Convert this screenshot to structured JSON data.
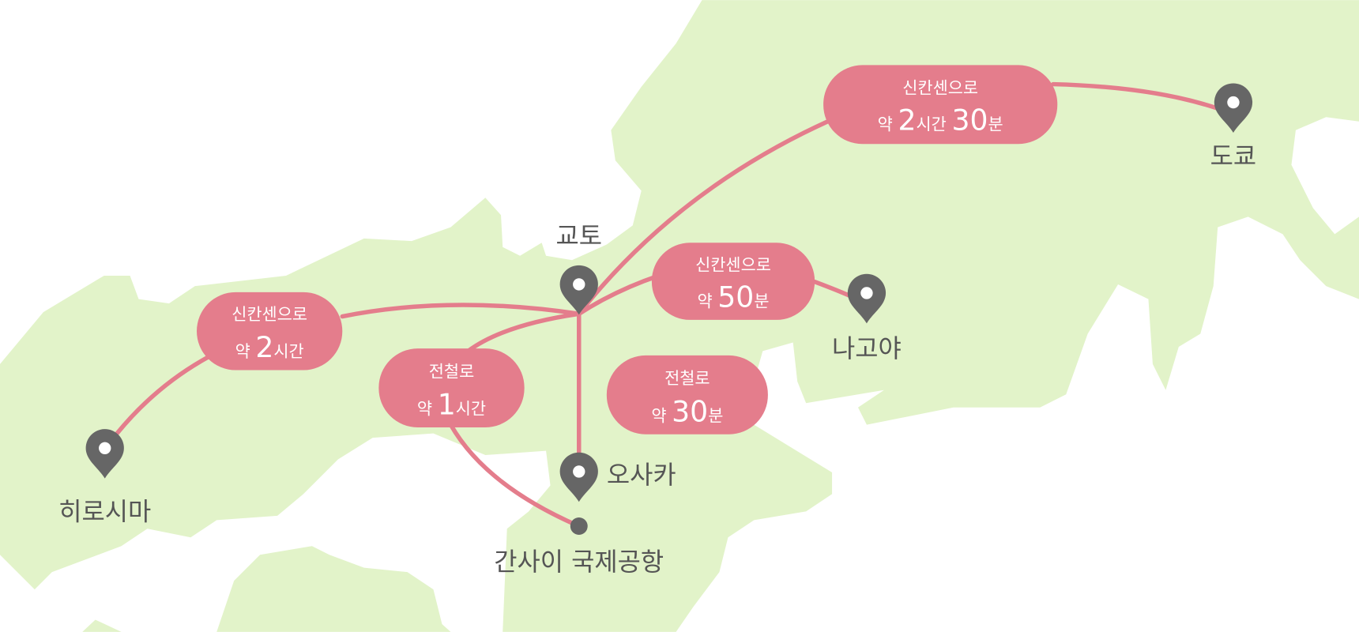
{
  "colors": {
    "land": "#e2f3c9",
    "route": "#e47d8c",
    "pin": "#666666",
    "sea": "#ffffff"
  },
  "cities": {
    "kyoto": "교토",
    "nagoya": "나고야",
    "tokyo": "도쿄",
    "hiroshima": "히로시마",
    "osaka": "오사카",
    "kansai_airport": "간사이 국제공항"
  },
  "routes": {
    "kyoto_tokyo": {
      "line1": "신칸센으로",
      "prefix": "약",
      "n1": "2",
      "u1": "시간",
      "n2": "30",
      "u2": "분"
    },
    "kyoto_nagoya": {
      "line1": "신칸센으로",
      "prefix": "약",
      "n1": "50",
      "u1": "분"
    },
    "kyoto_hiroshima": {
      "line1": "신칸센으로",
      "prefix": "약",
      "n1": "2",
      "u1": "시간"
    },
    "kyoto_airport": {
      "line1": "전철로",
      "prefix": "약",
      "n1": "1",
      "u1": "시간"
    },
    "osaka_airport": {
      "line1": "전철로",
      "prefix": "약",
      "n1": "30",
      "u1": "분"
    }
  }
}
